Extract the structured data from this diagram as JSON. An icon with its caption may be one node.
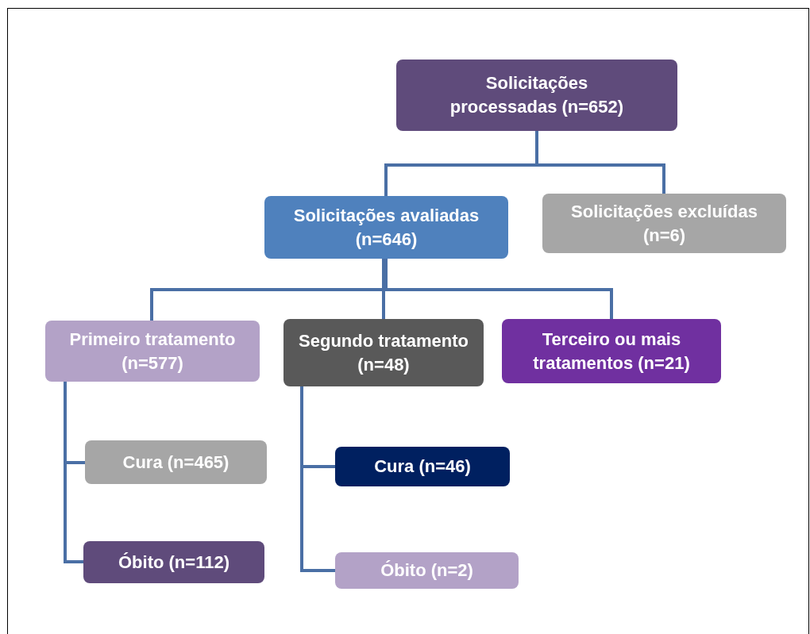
{
  "diagram": {
    "nodes": [
      {
        "text": [
          "Solicitações processadas (n=652)"
        ]
      },
      {
        "text": [
          "Solicitações avaliadas (n=646)"
        ]
      },
      {
        "text": [
          "Solicitações excluídas (n=6)"
        ]
      },
      {
        "text": [
          "Primeiro tratamento (n=577)"
        ]
      },
      {
        "text": [
          "Segundo tratamento (n=48)"
        ]
      },
      {
        "text": [
          "Terceiro ou mais tratamentos (n=21)"
        ]
      },
      {
        "text": [
          "Cura (n=465)"
        ]
      },
      {
        "text": [
          "Óbito (n=112)"
        ]
      },
      {
        "text": [
          "Cura (n=46)"
        ]
      },
      {
        "text": [
          "Óbito (n=2)"
        ]
      }
    ],
    "edges": [
      {
        "from": 0,
        "to": 1,
        "arrow": "none"
      },
      {
        "from": 0,
        "to": 2,
        "arrow": "none"
      },
      {
        "from": 1,
        "to": 3,
        "arrow": "none"
      },
      {
        "from": 1,
        "to": 4,
        "arrow": "none"
      },
      {
        "from": 1,
        "to": 5,
        "arrow": "none"
      },
      {
        "from": 3,
        "to": 6,
        "arrow": "none"
      },
      {
        "from": 3,
        "to": 7,
        "arrow": "none"
      },
      {
        "from": 4,
        "to": 8,
        "arrow": "none"
      },
      {
        "from": 4,
        "to": 9,
        "arrow": "none"
      }
    ]
  }
}
